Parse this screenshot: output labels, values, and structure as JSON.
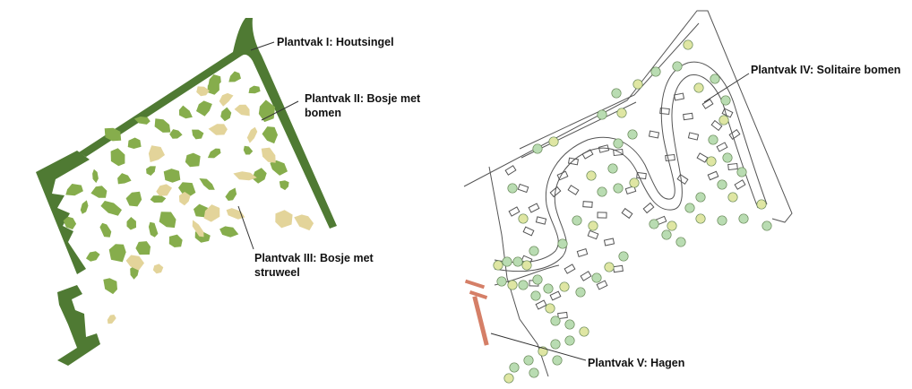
{
  "labels": {
    "plantvak1": "Plantvak I: Houtsingel",
    "plantvak2_line1": "Plantvak II: Bosje met",
    "plantvak2_line2": "bomen",
    "plantvak3_line1": "Plantvak III: Bosje met",
    "plantvak3_line2": "struweel",
    "plantvak4": "Plantvak IV: Solitaire bomen",
    "plantvak5": "Plantvak V: Hagen"
  },
  "colors": {
    "houtsingel": "#4f7a33",
    "bosje_bomen": "#86ad4c",
    "bosje_struweel": "#e3d49a",
    "tree_green": "#b9dcb2",
    "tree_yellow": "#dfe6a3",
    "hagen": "#d57f67",
    "outline": "#555555"
  }
}
